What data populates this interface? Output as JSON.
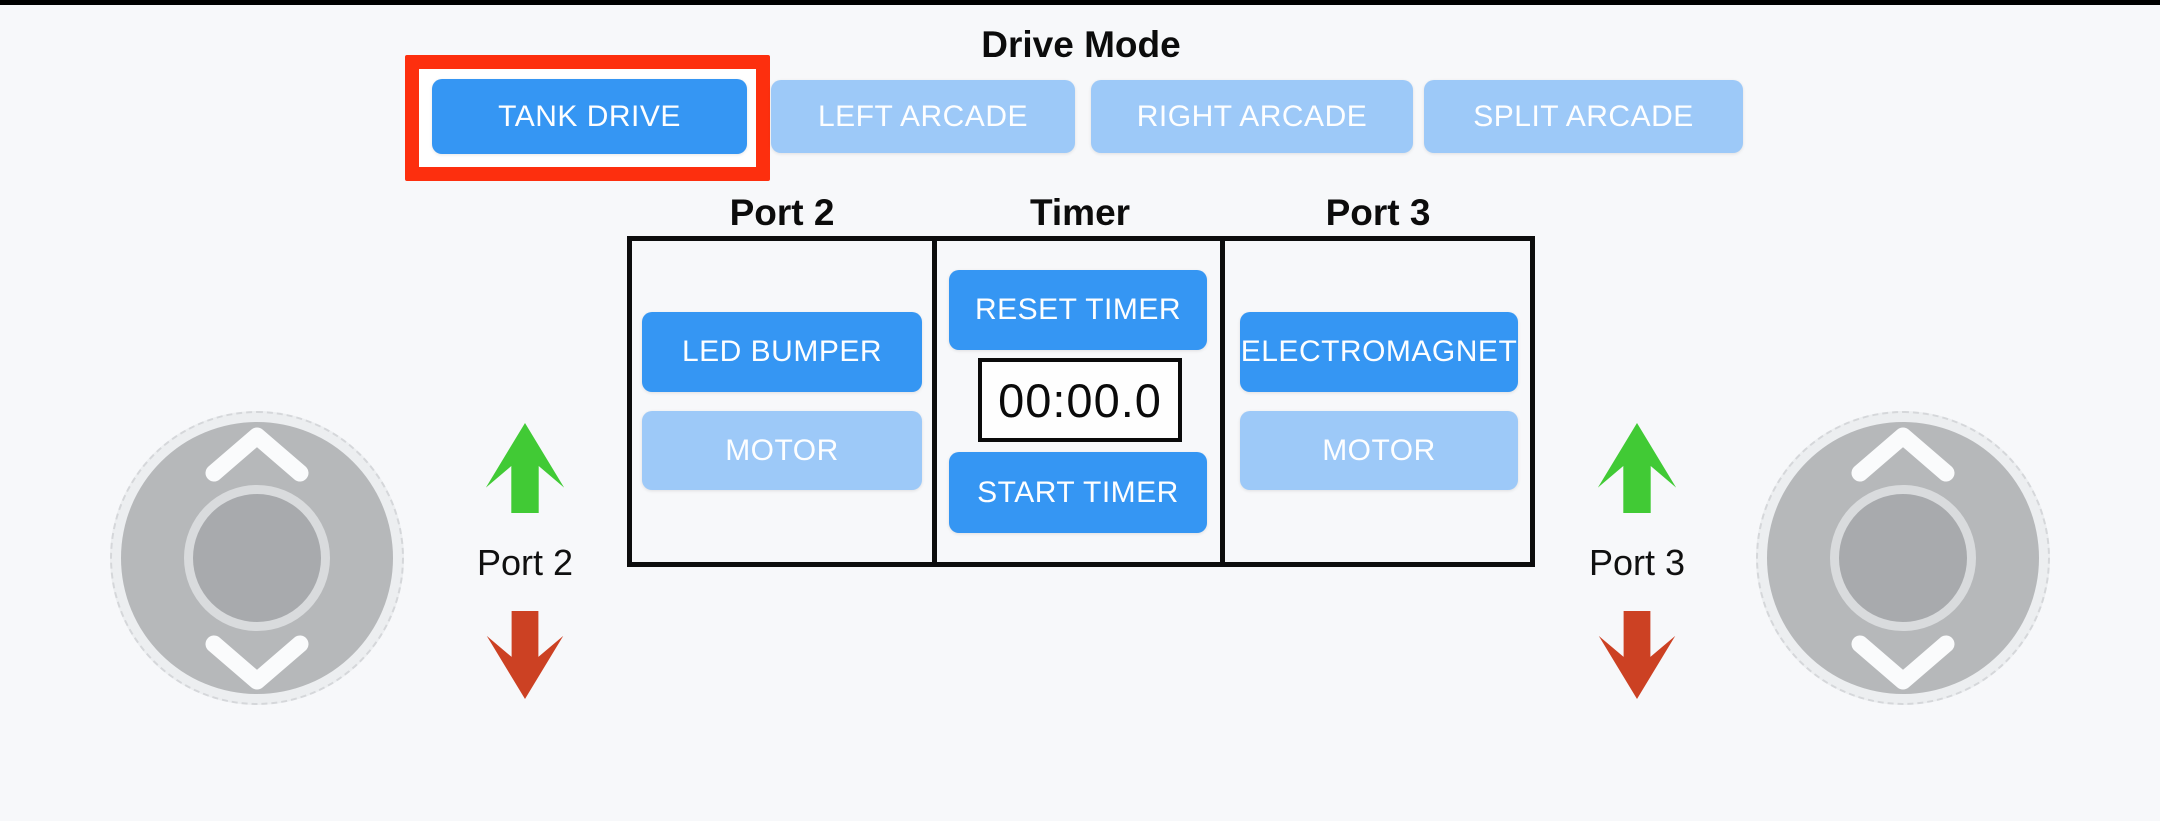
{
  "colors": {
    "page_bg": "#f7f8fa",
    "accent_blue": "#3596f3",
    "inactive_blue": "#9dc9f8",
    "highlight_red": "#fd2f0e",
    "arrow_green": "#41ca35",
    "arrow_red": "#cc4123",
    "panel_border": "#0d0d0d",
    "joystick_base": "#eceef0",
    "joystick_track": "#b6b8ba",
    "joystick_ring": "#d9dbdd",
    "joystick_knob": "#a8aaad",
    "chevron_white": "#fafbfc"
  },
  "drive_mode": {
    "title": "Drive Mode",
    "options": [
      {
        "label": "TANK DRIVE",
        "state": "selected",
        "highlighted": true
      },
      {
        "label": "LEFT ARCADE",
        "state": "unselected",
        "highlighted": false
      },
      {
        "label": "RIGHT ARCADE",
        "state": "unselected",
        "highlighted": false
      },
      {
        "label": "SPLIT ARCADE",
        "state": "unselected",
        "highlighted": false
      }
    ]
  },
  "panel": {
    "columns": [
      {
        "header": "Port 2",
        "device_buttons": [
          {
            "label": "LED BUMPER",
            "state": "selected"
          },
          {
            "label": "MOTOR",
            "state": "unselected"
          }
        ]
      },
      {
        "header": "Timer",
        "reset_button_label": "RESET TIMER",
        "display_value": "00:00.0",
        "start_button_label": "START TIMER"
      },
      {
        "header": "Port 3",
        "device_buttons": [
          {
            "label": "ELECTROMAGNET",
            "state": "selected"
          },
          {
            "label": "MOTOR",
            "state": "unselected"
          }
        ]
      }
    ]
  },
  "joystick_controls": {
    "left": {
      "port_label": "Port 2",
      "forward_icon": "up-arrow",
      "reverse_icon": "down-arrow"
    },
    "right": {
      "port_label": "Port 3",
      "forward_icon": "up-arrow",
      "reverse_icon": "down-arrow"
    }
  }
}
